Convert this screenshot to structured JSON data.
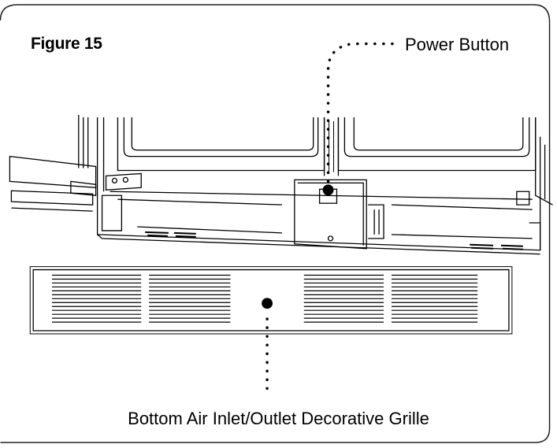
{
  "figure": {
    "title": "Figure 15",
    "callouts": {
      "power_button": "Power Button",
      "grille": "Bottom Air Inlet/Outlet Decorative Grille"
    }
  },
  "colors": {
    "line": "#000000",
    "frame": "#222222",
    "background": "#ffffff"
  }
}
